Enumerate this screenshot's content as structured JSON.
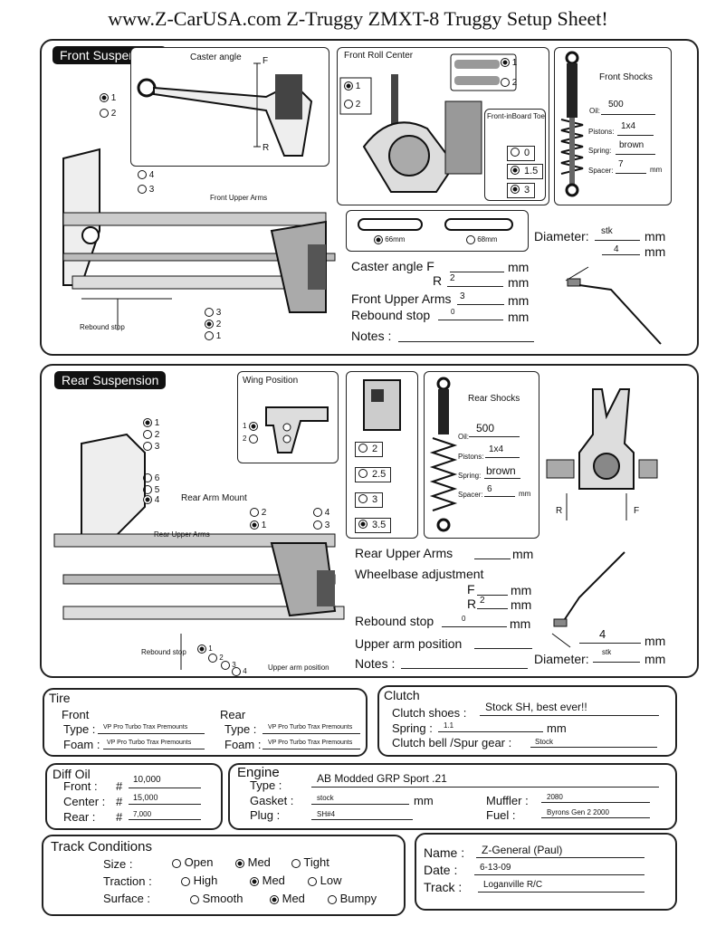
{
  "title": "www.Z-CarUSA.com Z-Truggy ZMXT-8 Truggy Setup Sheet!",
  "front": {
    "section_label": "Front Suspension",
    "caster_title": "Caster angle",
    "caster_f": "F",
    "caster_r": "R",
    "roll_center_title": "Front Roll Center",
    "roll_opts": [
      "1",
      "2"
    ],
    "roll_right_opts": [
      "1",
      "2"
    ],
    "toe_title": "Front-inBoard Toe",
    "toe_opts": [
      "0",
      "1.5",
      "3"
    ],
    "shocks": {
      "title": "Front Shocks",
      "oil_label": "Oil:",
      "oil_value": "500",
      "pistons_label": "Pistons:",
      "pistons_value": "1x4",
      "spring_label": "Spring:",
      "spring_value": "brown",
      "spacer_label": "Spacer:",
      "spacer_value": "7",
      "spacer_unit": "mm"
    },
    "hole_opts_top": [
      "1",
      "2"
    ],
    "hole_opts_mid": [
      "4",
      "3"
    ],
    "hole_opts_bottom": [
      "3",
      "2",
      "1"
    ],
    "upper_arms_caption": "Front Upper Arms",
    "rebound_caption": "Rebound stop",
    "mount_opts": [
      "66mm",
      "68mm"
    ],
    "diameter_label": "Diameter:",
    "diameter_value": "stk",
    "diameter_value2": "4",
    "mm": "mm",
    "fields": [
      {
        "label": "Caster angle  F",
        "value": "",
        "unit": "mm"
      },
      {
        "label": "R",
        "value": "2",
        "unit": "mm"
      },
      {
        "label": "Front Upper Arms",
        "value": "3",
        "unit": "mm"
      },
      {
        "label": "Rebound stop",
        "value": "0",
        "unit": "mm"
      }
    ],
    "notes_label": "Notes :"
  },
  "rear": {
    "section_label": "Rear Suspension",
    "wing_title": "Wing Position",
    "wing_opts": [
      "1",
      "2"
    ],
    "hub_opts": [
      "2",
      "2.5",
      "3",
      "3.5"
    ],
    "shocks": {
      "title": "Rear Shocks",
      "oil_label": "Oil:",
      "oil_value": "500",
      "pistons_label": "Pistons:",
      "pistons_value": "1x4",
      "spring_label": "Spring:",
      "spring_value": "brown",
      "spacer_label": "Spacer:",
      "spacer_value": "6",
      "spacer_unit": "mm"
    },
    "hole_opts_left": [
      "1",
      "2",
      "3",
      "6",
      "5",
      "4"
    ],
    "arm_mount_caption": "Rear Arm Mount",
    "arm_mount_left": [
      "2",
      "1"
    ],
    "arm_mount_right": [
      "4",
      "3"
    ],
    "upper_arms_caption": "Rear Upper Arms",
    "rebound_caption": "Rebound stop",
    "upper_arm_pos_caption": "Upper  arm position",
    "bottom_holes": [
      "1",
      "2",
      "3",
      "4"
    ],
    "hub_f": "F",
    "hub_r": "R",
    "fields": [
      {
        "label": "Rear Upper Arms",
        "value": "",
        "unit": "mm"
      },
      {
        "label": "Wheelbase adjustment",
        "value": "",
        "unit": ""
      },
      {
        "label": "F",
        "value": "",
        "unit": "mm"
      },
      {
        "label": "R",
        "value": "2",
        "unit": "mm"
      },
      {
        "label": "Rebound stop",
        "value": "0",
        "unit": "mm"
      },
      {
        "label": "Upper  arm position",
        "value": "",
        "unit": ""
      }
    ],
    "diameter_label": "Diameter:",
    "diameter_value": "stk",
    "diameter_value2": "4",
    "mm": "mm",
    "notes_label": "Notes :"
  },
  "tire": {
    "title": "Tire",
    "front_label": "Front",
    "rear_label": "Rear",
    "type_label": "Type :",
    "foam_label": "Foam :",
    "front_type": "VP Pro Turbo Trax Premounts",
    "front_foam": "VP Pro Turbo Trax Premounts",
    "rear_type": "VP Pro Turbo Trax Premounts",
    "rear_foam": "VP Pro Turbo Trax Premounts"
  },
  "clutch": {
    "title": "Clutch",
    "shoes_label": "Clutch shoes :",
    "shoes_value": "Stock SH, best ever!!",
    "spring_label": "Spring :",
    "spring_value": "1.1",
    "spring_unit": "mm",
    "bell_label": "Clutch bell /Spur gear :",
    "bell_value": "Stock"
  },
  "diff": {
    "title": "Diff Oil",
    "front_label": "Front :",
    "front_value": "10,000",
    "center_label": "Center :",
    "center_value": "15,000",
    "rear_label": "Rear :",
    "rear_value": "7,000",
    "hash": "#"
  },
  "engine": {
    "title": "Engine",
    "type_label": "Type :",
    "type_value": "AB Modded GRP Sport .21",
    "gasket_label": "Gasket :",
    "gasket_value": "stock",
    "gasket_unit": "mm",
    "plug_label": "Plug :",
    "plug_value": "SH#4",
    "muffler_label": "Muffler :",
    "muffler_value": "2080",
    "fuel_label": "Fuel :",
    "fuel_value": "Byrons Gen 2 2000"
  },
  "track": {
    "title": "Track Conditions",
    "size_label": "Size :",
    "traction_label": "Traction :",
    "surface_label": "Surface :",
    "size_opts": [
      "Open",
      "Med",
      "Tight"
    ],
    "size_selected": "Med",
    "traction_opts": [
      "High",
      "Med",
      "Low"
    ],
    "traction_selected": "Med",
    "surface_opts": [
      "Smooth",
      "Med",
      "Bumpy"
    ],
    "surface_selected": "Med"
  },
  "info": {
    "name_label": "Name :",
    "name_value": "Z-General (Paul)",
    "date_label": "Date :",
    "date_value": "6-13-09",
    "track_label": "Track :",
    "track_value": "Loganville R/C"
  }
}
